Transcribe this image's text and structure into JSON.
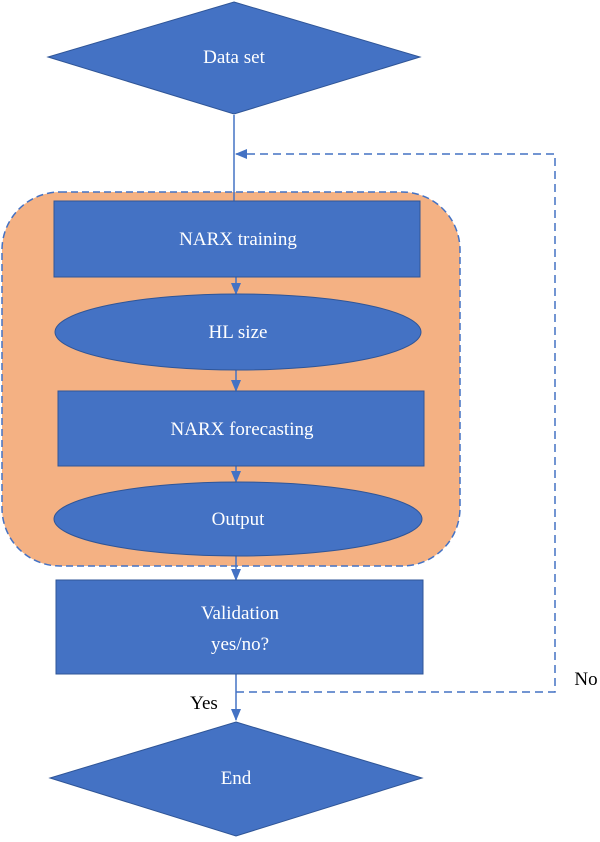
{
  "nodes": {
    "data_set": {
      "label": "Data set",
      "shape": "diamond"
    },
    "narx_training": {
      "label": "NARX training",
      "shape": "rectangle"
    },
    "hl_size": {
      "label": "HL size",
      "shape": "ellipse"
    },
    "narx_forecasting": {
      "label": "NARX forecasting",
      "shape": "rectangle"
    },
    "output": {
      "label": "Output",
      "shape": "ellipse"
    },
    "validation": {
      "label_line1": "Validation",
      "label_line2": "yes/no?",
      "shape": "rectangle"
    },
    "end": {
      "label": "End",
      "shape": "diamond"
    }
  },
  "edges": {
    "yes": {
      "label": "Yes"
    },
    "no": {
      "label": "No"
    }
  },
  "colors": {
    "node_fill": "#4472c4",
    "node_stroke": "#2f5597",
    "group_fill": "#f4b183",
    "connector": "#4472c4",
    "node_text": "#ffffff",
    "edge_text": "#000000"
  }
}
